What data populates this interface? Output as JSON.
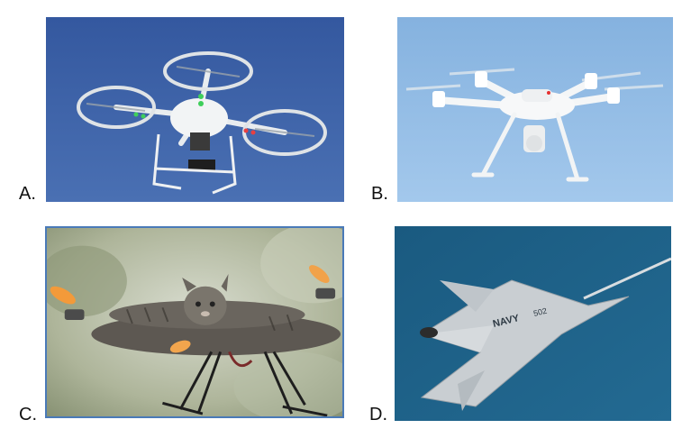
{
  "options": [
    {
      "letter": "A.",
      "subject": "quadcopter-drone-white-with-camera"
    },
    {
      "letter": "B.",
      "subject": "quadcopter-drone-white-gimbal-camera"
    },
    {
      "letter": "C.",
      "subject": "cat-with-propellers"
    },
    {
      "letter": "D.",
      "subject": "navy-stealth-drone-refueling"
    }
  ],
  "photo_d_markings": {
    "text1": "NAVY",
    "text2": "502"
  },
  "colors": {
    "sky_a": "#3f63a8",
    "sky_b": "#8ab6e2",
    "sky_d": "#1d5f86",
    "frame_c": "#4a7ab8"
  }
}
